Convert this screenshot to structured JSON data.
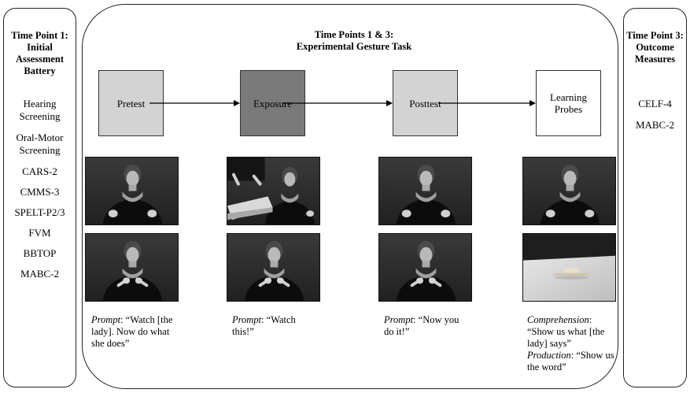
{
  "left_panel": {
    "title_lines": [
      "Time Point 1:",
      "Initial",
      "Assessment",
      "Battery"
    ],
    "items": [
      {
        "lines": [
          "Hearing",
          "Screening"
        ]
      },
      {
        "lines": [
          "Oral-Motor",
          "Screening"
        ]
      },
      {
        "lines": [
          "CARS-2"
        ]
      },
      {
        "lines": [
          "CMMS-3"
        ]
      },
      {
        "lines": [
          "SPELT-P2/3"
        ]
      },
      {
        "lines": [
          "FVM"
        ]
      },
      {
        "lines": [
          "BBTOP"
        ]
      },
      {
        "lines": [
          "MABC-2"
        ]
      }
    ]
  },
  "center_panel": {
    "title_lines": [
      "Time Points 1 & 3:",
      "Experimental Gesture Task"
    ],
    "stages": [
      {
        "label": "Pretest",
        "fill": "#d3d3d3"
      },
      {
        "label": "Exposure",
        "fill": "#7a7a7a"
      },
      {
        "label": "Posttest",
        "fill": "#d3d3d3"
      },
      {
        "label_lines": [
          "Learning",
          "Probes"
        ],
        "fill": "#ffffff"
      }
    ],
    "captions": {
      "pretest": {
        "label": "Prompt",
        "text": ": “Watch [the lady]. Now do what she does”"
      },
      "exposure": {
        "label": "Prompt",
        "text": ": “Watch this!”"
      },
      "posttest": {
        "label": "Prompt",
        "text": ": “Now you do it!”"
      },
      "probes": {
        "label1": "Comprehension",
        "text1": ": “Show us what [the lady] says”",
        "label2": "Production",
        "text2": ": “Show us the word”"
      }
    }
  },
  "right_panel": {
    "title_lines": [
      "Time Point 3:",
      "Outcome",
      "Measures"
    ],
    "items": [
      "CELF-4",
      "MABC-2"
    ]
  }
}
